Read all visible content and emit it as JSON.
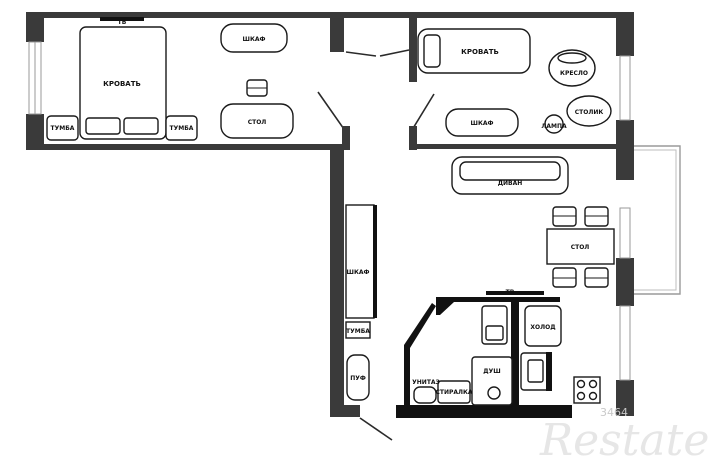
{
  "labels": {
    "tv_bedroom": "ТВ",
    "bed_left": "КРОВАТЬ",
    "nightstand_left": "ТУМБА",
    "nightstand_right": "ТУМБА",
    "wardrobe_left": "ШКАФ",
    "table_left": "СТОЛ",
    "bed_right": "КРОВАТЬ",
    "armchair": "КРЕСЛО",
    "coffee_table": "СТОЛИК",
    "lamp": "ЛАМПА",
    "wardrobe_right": "ШКАФ",
    "sofa": "ДИВАН",
    "dining_table": "СТОЛ",
    "wardrobe_hall": "ШКАФ",
    "nightstand_hall": "ТУМБА",
    "pouf": "ПУФ",
    "tv_kitchen": "ТВ",
    "fridge": "ХОЛОД",
    "shower": "ДУШ",
    "toilet": "УНИТАЗ",
    "washer": "СТИРАЛКА"
  },
  "watermark": {
    "brand": "Restate",
    "number": "3464"
  },
  "colors": {
    "wall": "#3a3a3a",
    "heavy_wall": "#111111",
    "furniture_stroke": "#1a1a1a",
    "window": "#9a9a9a"
  }
}
